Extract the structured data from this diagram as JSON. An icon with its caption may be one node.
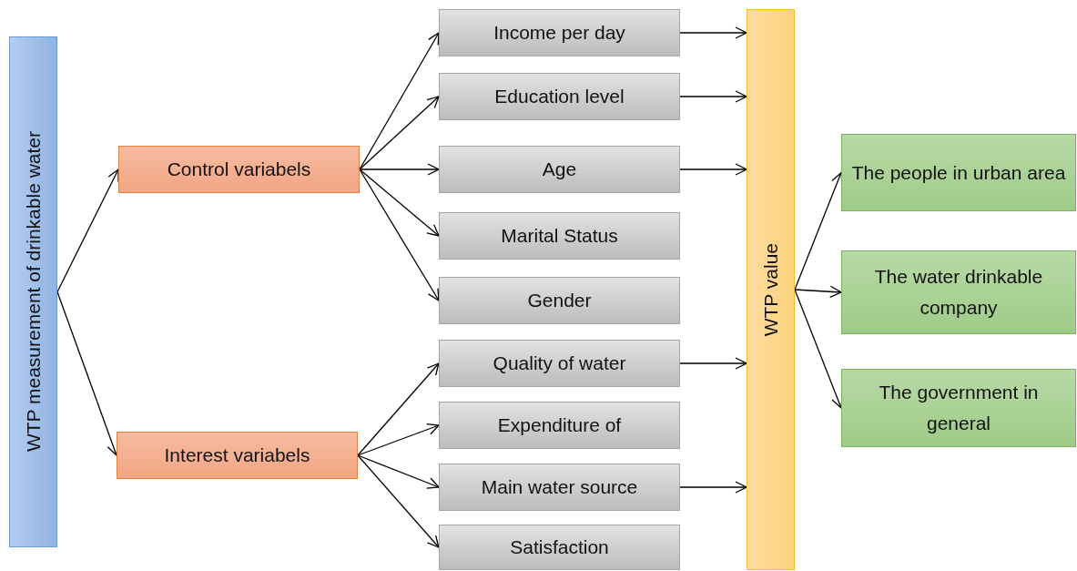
{
  "diagram": {
    "nodes": [
      {
        "text": [
          "WTP measurement of drinkable water"
        ]
      },
      {
        "text": [
          "Control variabels"
        ]
      },
      {
        "text": [
          "Interest variabels"
        ]
      },
      {
        "text": [
          "Income per day"
        ]
      },
      {
        "text": [
          "Education level"
        ]
      },
      {
        "text": [
          "Age"
        ]
      },
      {
        "text": [
          "Marital Status"
        ]
      },
      {
        "text": [
          "Gender"
        ]
      },
      {
        "text": [
          "Quality of water"
        ]
      },
      {
        "text": [
          "Expenditure of"
        ]
      },
      {
        "text": [
          "Main water source"
        ]
      },
      {
        "text": [
          "Satisfaction"
        ]
      },
      {
        "text": [
          "WTP value"
        ]
      },
      {
        "text": [
          "The people in urban area"
        ]
      },
      {
        "text": [
          "The water drinkable company"
        ]
      },
      {
        "text": [
          "The government in general"
        ]
      }
    ],
    "edges": [
      {
        "from": 0,
        "to": 1,
        "arrow": "to"
      },
      {
        "from": 0,
        "to": 2,
        "arrow": "to"
      },
      {
        "from": 1,
        "to": 3,
        "arrow": "to"
      },
      {
        "from": 1,
        "to": 4,
        "arrow": "to"
      },
      {
        "from": 1,
        "to": 5,
        "arrow": "to"
      },
      {
        "from": 1,
        "to": 6,
        "arrow": "to"
      },
      {
        "from": 1,
        "to": 7,
        "arrow": "to"
      },
      {
        "from": 2,
        "to": 8,
        "arrow": "to"
      },
      {
        "from": 2,
        "to": 9,
        "arrow": "to"
      },
      {
        "from": 2,
        "to": 10,
        "arrow": "to"
      },
      {
        "from": 2,
        "to": 11,
        "arrow": "to"
      },
      {
        "from": 3,
        "to": 12,
        "arrow": "to"
      },
      {
        "from": 4,
        "to": 12,
        "arrow": "to"
      },
      {
        "from": 5,
        "to": 12,
        "arrow": "to"
      },
      {
        "from": 8,
        "to": 12,
        "arrow": "to"
      },
      {
        "from": 10,
        "to": 12,
        "arrow": "to"
      },
      {
        "from": 12,
        "to": 13,
        "arrow": "to"
      },
      {
        "from": 12,
        "to": 14,
        "arrow": "to"
      },
      {
        "from": 12,
        "to": 15,
        "arrow": "to"
      }
    ]
  }
}
